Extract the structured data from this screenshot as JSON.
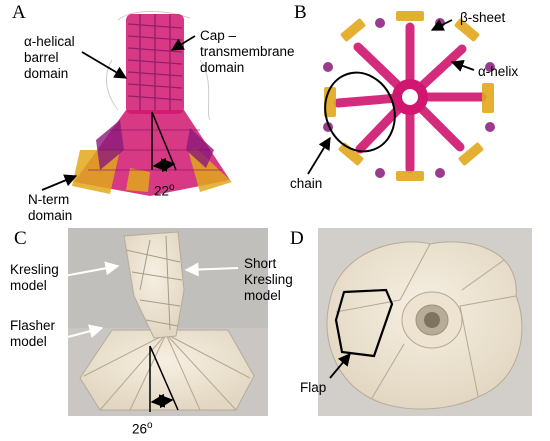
{
  "panels": {
    "A": {
      "letter": "A",
      "labels": {
        "alpha_barrel_line1": "α-helical",
        "alpha_barrel_line2": "barrel",
        "alpha_barrel_line3": "domain",
        "cap_line1": "Cap –",
        "cap_line2": "transmembrane",
        "cap_line3": "domain",
        "nterm_line1": "N-term",
        "nterm_line2": "domain",
        "angle": "22",
        "angle_unit": "o"
      }
    },
    "B": {
      "letter": "B",
      "labels": {
        "beta": "β-sheet",
        "alpha": "α-helix",
        "chain": "chain"
      }
    },
    "C": {
      "letter": "C",
      "labels": {
        "kresling_line1": "Kresling",
        "kresling_line2": "model",
        "short_line1": "Short",
        "short_line2": "Kresling",
        "short_line3": "model",
        "flasher_line1": "Flasher",
        "flasher_line2": "model",
        "angle": "26",
        "angle_unit": "o"
      }
    },
    "D": {
      "letter": "D",
      "labels": {
        "flap": "Flap"
      }
    }
  },
  "colors": {
    "helix": "#d0166e",
    "helix_dark": "#8a1a7a",
    "sheet": "#e0a81c",
    "photo_bg_c": "#c9c6c4",
    "photo_bg_d": "#d2cec9",
    "paper": "#f2ead9"
  }
}
